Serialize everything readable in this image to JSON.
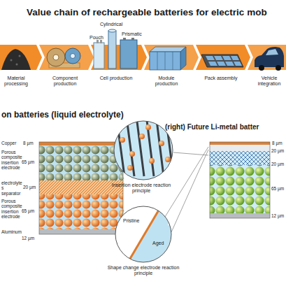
{
  "diagram": {
    "title": "Value chain of rechargeable batteries for electric mob",
    "labels": [
      "Pouch",
      "Cylindrical",
      "Prismatic",
      "Material processing",
      "Component production",
      "Cell production",
      "Module production",
      "Pack assembly",
      "Vehicle integration",
      "on batteries (liquid electrolyte)",
      "(right) Future Li-metal batter",
      "Copper",
      "8 µm",
      "Porous composite insertion electrode",
      "65 µm",
      "electrolyte s separator",
      "20 µm",
      "Porous composite insertion electrode",
      "65 µm",
      "Aluminum",
      "12 µm",
      "Insertion electrode reaction principle",
      "Pristine",
      "Aged",
      "Shape change electrode reaction principle",
      "8 µm",
      "20 µm",
      "20 µm",
      "65 µm",
      "12 µm"
    ]
  }
}
